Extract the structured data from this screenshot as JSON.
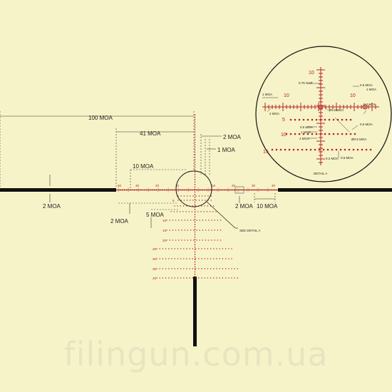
{
  "dimensions": {
    "top_total": "100 MOA",
    "top_left_span": "41 MOA",
    "upper_right_a": "2 MOA",
    "upper_right_b": "1 MOA",
    "left_box_width": "10 MOA",
    "post_thickness": "2 MOA",
    "mid_gap": "2 MOA",
    "mid_spacing": "5 MOA",
    "right_box_height": "2 MOA",
    "right_box_width": "10 MOA"
  },
  "reticle": {
    "h_numbers_left": [
      "50",
      "30",
      "20",
      "10"
    ],
    "h_numbers_right": [
      "10",
      "20",
      "30",
      "40"
    ],
    "v_numbers": [
      "5",
      "10",
      "15",
      "20",
      "25",
      "30",
      "35",
      "40"
    ],
    "see_detail": "SEE DETAIL A"
  },
  "detail": {
    "title": "DETAIL A",
    "num_top": "10",
    "num_left": "10",
    "num_right": "10",
    "num_5": "5",
    "num_10": "10",
    "num_15": "15",
    "labels": {
      "gap": "0.75 GAP",
      "moa05_top": "0.5 MOA",
      "moa1_left": "1 MOA",
      "moa2_left": "2 MOA",
      "dia05": "Ø0.5 MOA",
      "moa05_mid": "0.5 MOA",
      "moa1_mid": "1 MOA",
      "moa2_mid": "2 MOA",
      "moa02_right": "0.2 MOA",
      "dia15": "Ø0.5 MOA",
      "moa1_right": "1 MOA",
      "moa05_right": "0.5 MOA",
      "moa02_bottom": "0.2 MOA",
      "moa05_bottom": "0.5 MOA"
    }
  },
  "watermark": "filingun.com.ua",
  "colors": {
    "background": "#f7f3c8",
    "reticle_red": "#b32525",
    "post_black": "#111111"
  }
}
